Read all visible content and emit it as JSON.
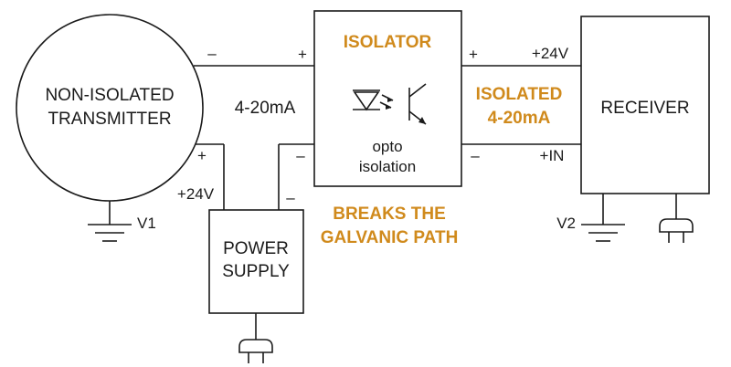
{
  "colors": {
    "accent": "#d08a1c",
    "ink": "#1a1a1a"
  },
  "transmitter": {
    "line1": "NON-ISOLATED",
    "line2": "TRANSMITTER",
    "ground_label": "V1",
    "plus": "+",
    "minus": "–",
    "supply": "+24V"
  },
  "loop_label": "4-20mA",
  "isolator": {
    "title": "ISOLATOR",
    "sub1": "opto",
    "sub2": "isolation",
    "in_plus": "+",
    "in_minus": "–",
    "out_plus": "+",
    "out_minus": "–"
  },
  "isolated_label": {
    "line1": "ISOLATED",
    "line2": "4-20mA"
  },
  "breaks_label": {
    "line1": "BREAKS THE",
    "line2": "GALVANIC PATH"
  },
  "power_supply": {
    "line1": "POWER",
    "line2": "SUPPLY",
    "minus": "–"
  },
  "receiver": {
    "title": "RECEIVER",
    "supply": "+24V",
    "input": "+IN",
    "ground_label": "V2"
  }
}
